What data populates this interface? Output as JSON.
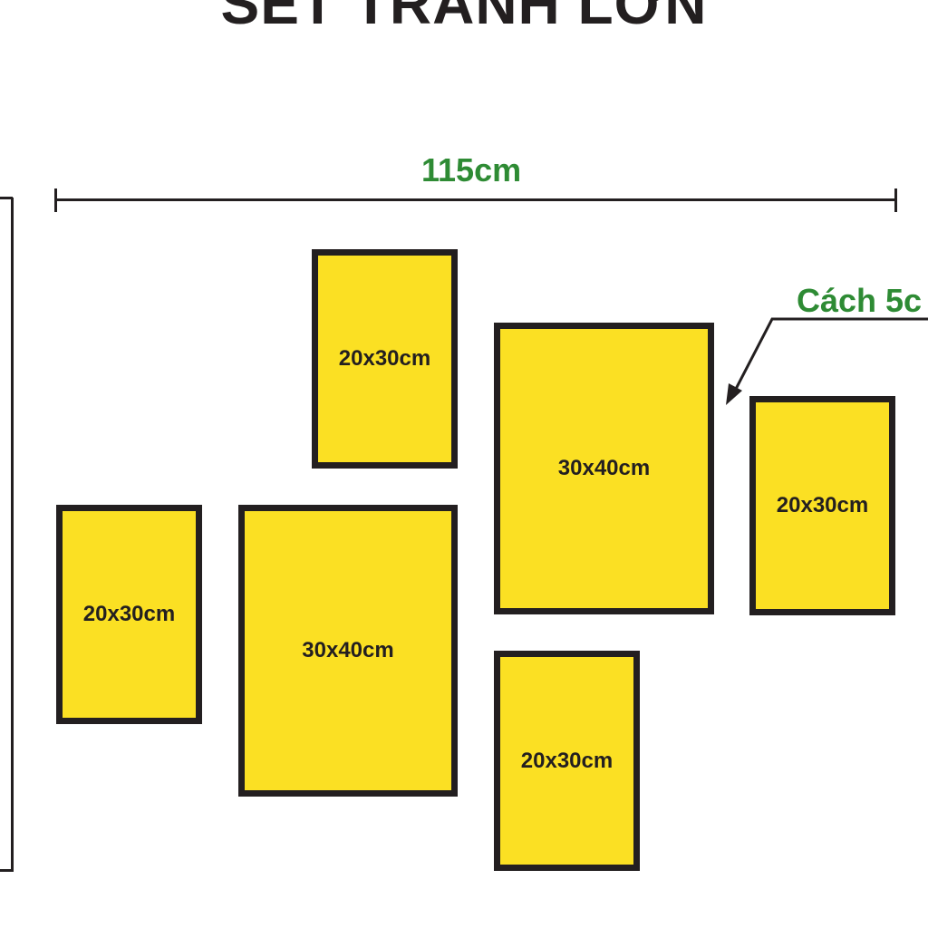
{
  "title": "SET TRANH LỚN",
  "width_dimension": {
    "label": "115cm"
  },
  "spacing_note": {
    "label": "Cách 5c"
  },
  "frames": [
    {
      "size": "20x30cm"
    },
    {
      "size": "30x40cm"
    },
    {
      "size": "20x30cm"
    },
    {
      "size": "20x30cm"
    },
    {
      "size": "30x40cm"
    },
    {
      "size": "20x30cm"
    }
  ],
  "colors": {
    "title": "#231f20",
    "dimension_label": "#2e8b34",
    "dimension_line": "#231f20",
    "frame_fill": "#fbe023",
    "frame_border": "#231f20",
    "frame_text": "#231f20",
    "background": "#ffffff"
  }
}
